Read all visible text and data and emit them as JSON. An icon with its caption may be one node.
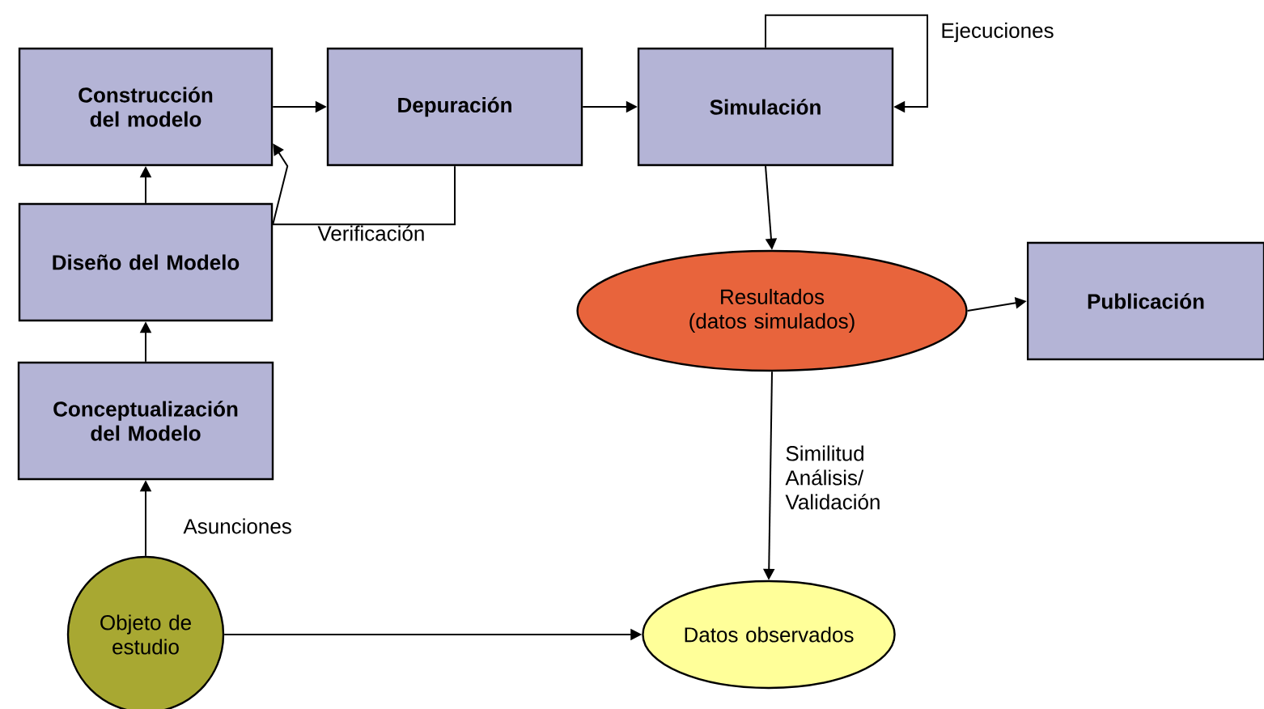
{
  "diagram": {
    "nodes": [
      {
        "text": [
          "Construcción del modelo"
        ]
      },
      {
        "text": [
          "Depuración"
        ]
      },
      {
        "text": [
          "Simulación"
        ]
      },
      {
        "text": [
          "Diseño del Modelo"
        ]
      },
      {
        "text": [
          "Conceptualización del Modelo"
        ]
      },
      {
        "text": [
          "Resultados (datos simulados)"
        ]
      },
      {
        "text": [
          "Publicación"
        ]
      },
      {
        "text": [
          "Objeto de estudio"
        ]
      },
      {
        "text": [
          "Datos observados"
        ]
      }
    ],
    "edges": [
      {
        "from": 0,
        "to": 1,
        "arrow": "to"
      },
      {
        "from": 1,
        "to": 0,
        "arrow": "to",
        "label": "Verificación"
      },
      {
        "from": 1,
        "to": 2,
        "arrow": "to"
      },
      {
        "from": 2,
        "to": 2,
        "arrow": "to",
        "label": "Ejecuciones"
      },
      {
        "from": 3,
        "to": 0,
        "arrow": "to"
      },
      {
        "from": 4,
        "to": 3,
        "arrow": "to"
      },
      {
        "from": 7,
        "to": 4,
        "arrow": "to",
        "label": "Asunciones"
      },
      {
        "from": 2,
        "to": 5,
        "arrow": "to"
      },
      {
        "from": 5,
        "to": 6,
        "arrow": "to"
      },
      {
        "from": 5,
        "to": 8,
        "arrow": "to",
        "label": "Similitud Análisis/ Validación"
      },
      {
        "from": 7,
        "to": 8,
        "arrow": "to"
      }
    ]
  }
}
